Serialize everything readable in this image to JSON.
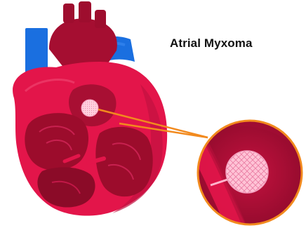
{
  "title": "Atrial Myxoma",
  "colors": {
    "heart_main": "#e3154a",
    "heart_dark": "#b5103a",
    "chamber": "#9c0c2c",
    "chamber_deep": "#7a0a23",
    "vessel_blue": "#1a6fe0",
    "vessel_red": "#9e0d2e",
    "tumor": "#ffb3cc",
    "callout_border": "#f28a1e"
  },
  "icons": {
    "heart": "heart-illustration",
    "tumor": "myxoma-tumor",
    "magnifier": "zoom-callout"
  }
}
